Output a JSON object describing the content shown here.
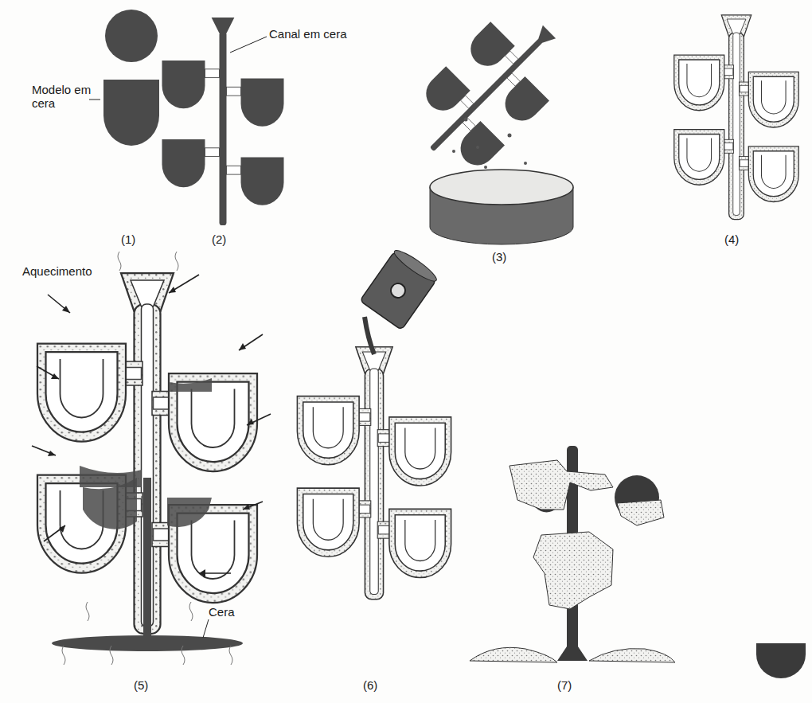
{
  "diagram": {
    "labels": [
      "Canal em cera",
      "Modelo em cera",
      "(1)",
      "(2)",
      "(3)",
      "(4)",
      "Aquecimento",
      "Cera",
      "(5)",
      "(6)",
      "(7)"
    ]
  }
}
